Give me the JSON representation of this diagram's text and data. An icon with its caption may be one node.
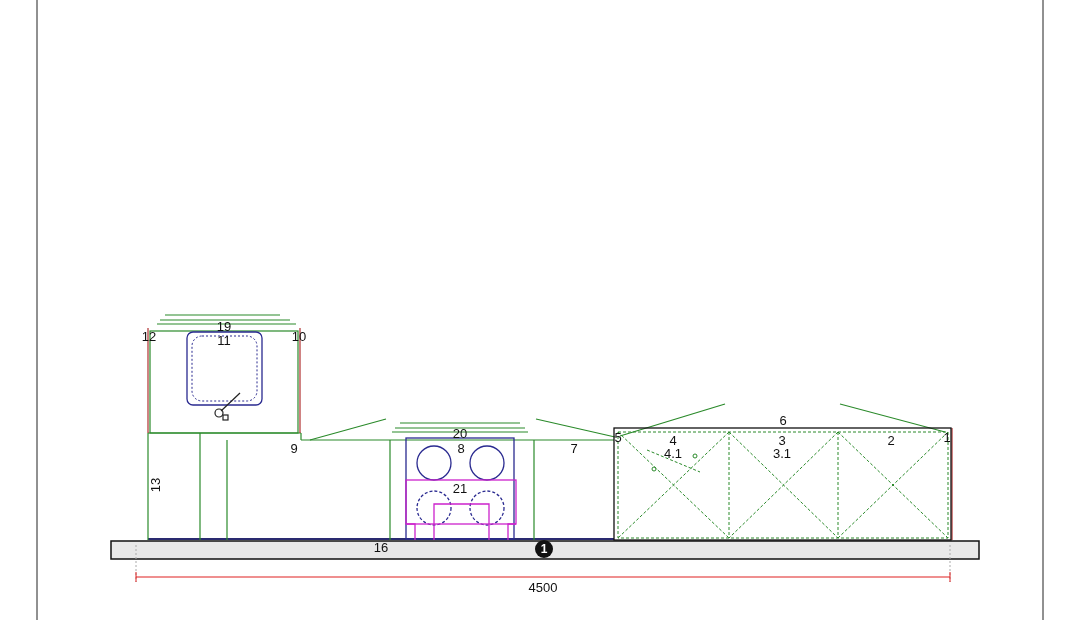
{
  "diagram": {
    "nodes": [
      {
        "text": [
          "1"
        ]
      }
    ],
    "edges": [],
    "labels": [
      "19",
      "12",
      "11",
      "10",
      "20",
      "6",
      "9",
      "8",
      "7",
      "5",
      "4",
      "3",
      "2",
      "1",
      "4.1",
      "3.1",
      "21",
      "13",
      "16",
      "4500"
    ]
  }
}
